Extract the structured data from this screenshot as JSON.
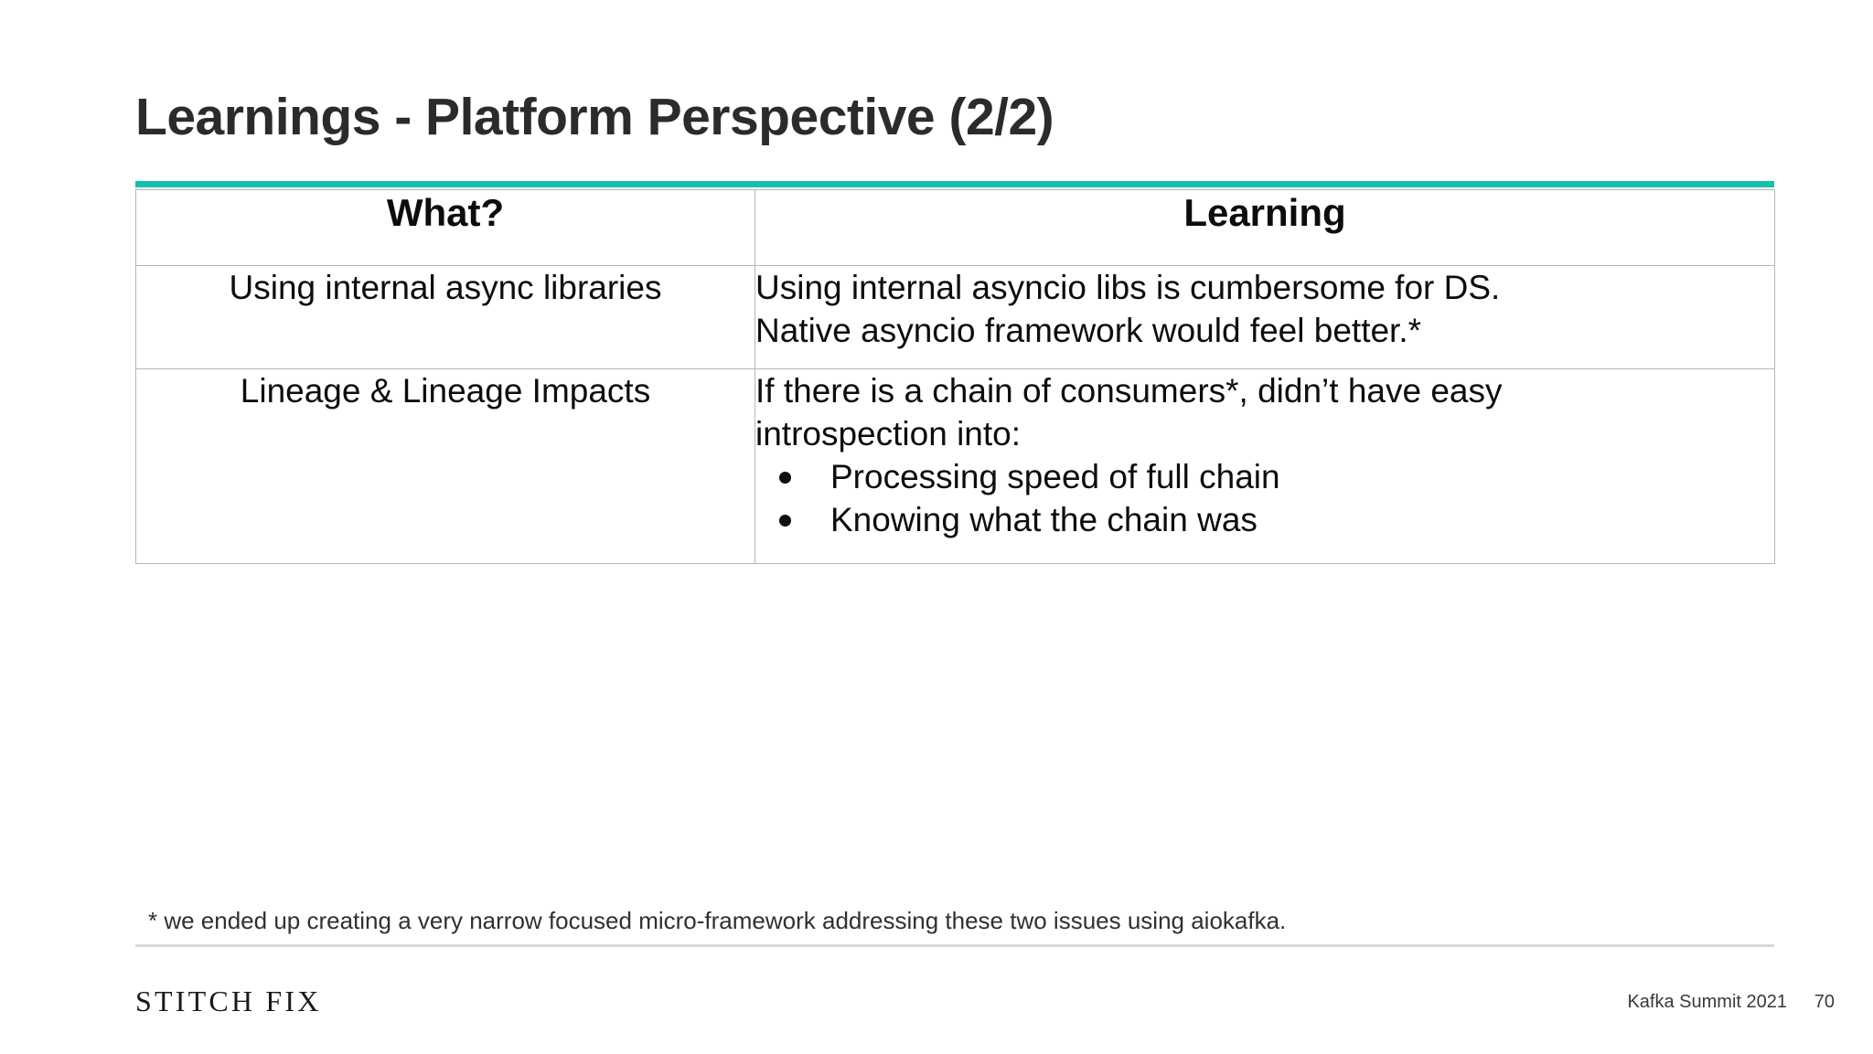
{
  "slide": {
    "title": "Learnings - Platform Perspective (2/2)",
    "accent_color": "#15bfae",
    "background_color": "#ffffff",
    "text_color": "#0d0d0d"
  },
  "table": {
    "columns": [
      "What?",
      "Learning"
    ],
    "rows": [
      {
        "what": "Using internal async libraries",
        "learning_lines": [
          "Using internal asyncio libs is cumbersome for DS.",
          "Native asyncio framework would feel better.*"
        ],
        "bullets": []
      },
      {
        "what": "Lineage & Lineage Impacts",
        "learning_lines": [
          "If there is a chain of consumers*, didn’t have easy",
          "introspection into:"
        ],
        "bullets": [
          "Processing speed of full chain",
          "Knowing what the chain was"
        ]
      }
    ]
  },
  "footnote": {
    "text": "* we ended up creating a very narrow focused micro-framework addressing these two issues using aiokafka."
  },
  "footer": {
    "brand": "STITCH FIX",
    "event": "Kafka Summit 2021",
    "page_number": "70"
  }
}
